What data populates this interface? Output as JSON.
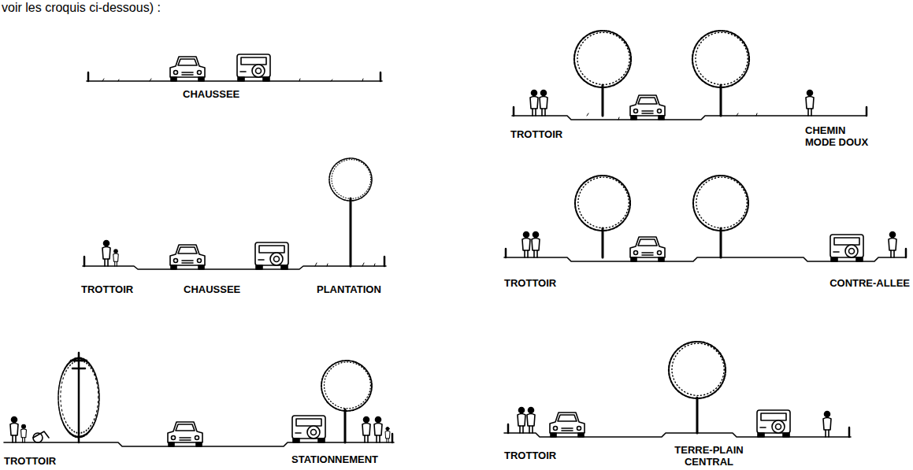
{
  "diagram": {
    "labels": [
      "voir les croquis ci-dessous) :",
      "CHAUSSEE",
      "TROTTOIR",
      "CHAUSSEE",
      "PLANTATION",
      "TROTTOIR",
      "STATIONNEMENT",
      "TROTTOIR",
      "CHEMIN MODE DOUX",
      "TROTTOIR",
      "CONTRE-ALLEE",
      "TROTTOIR",
      "TERRE-PLAIN CENTRAL"
    ]
  }
}
